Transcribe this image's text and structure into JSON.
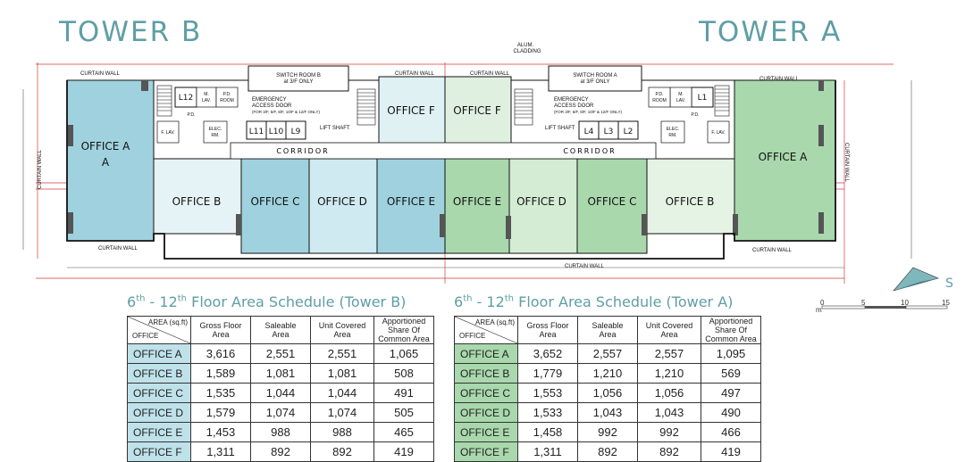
{
  "titles": {
    "tower_b": "TOWER B",
    "tower_a": "TOWER A"
  },
  "colors": {
    "tower_b_office": "#bfe2ea",
    "tower_b_office_dark": "#9fd2de",
    "tower_a_office": "#cfe8cf",
    "tower_a_office_dark": "#a9d8ad",
    "title_color": "#5f9ea6",
    "dim_red": "#d23a3a"
  },
  "plan": {
    "tower_b": {
      "offices": {
        "a": "OFFICE A",
        "b": "OFFICE B",
        "c": "OFFICE C",
        "d": "OFFICE D",
        "e": "OFFICE E",
        "f": "OFFICE F"
      },
      "switch_room": [
        "SWITCH ROOM B",
        "at 3/F ONLY"
      ],
      "lifts": [
        "L12",
        "L11",
        "L10",
        "L9"
      ]
    },
    "tower_a": {
      "offices": {
        "a": "OFFICE A",
        "b": "OFFICE B",
        "c": "OFFICE C",
        "d": "OFFICE D",
        "e": "OFFICE E",
        "f": "OFFICE F"
      },
      "switch_room": [
        "SWITCH ROOM A",
        "at 3/F ONLY"
      ],
      "lifts": [
        "L1",
        "L4",
        "L3",
        "L2"
      ],
      "alum_cladding": [
        "ALUM.",
        "CLADDING"
      ]
    },
    "corridor": "CORRIDOR",
    "curtain_wall": "CURTAIN WALL",
    "emergency": [
      "EMERGENCY",
      "ACCESS DOOR",
      "(FOR 3/F, 6/F, 8/F, 10/F & 12/F ONLY)"
    ],
    "lift_shaft": "LIFT SHAFT",
    "service_labels": [
      "M.",
      "LAV.",
      "P.D.",
      "ROOM",
      "F. LAV.",
      "ELEC.",
      "RM.",
      "P.D.",
      "M.",
      "LAV.",
      "P.D.",
      "ROOM",
      "F. LAV.",
      "ELEC.",
      "RM.",
      "P.D."
    ],
    "north": "S",
    "scale": {
      "unit": "m",
      "ticks": [
        "0",
        "5",
        "10",
        "15"
      ]
    }
  },
  "schedules": {
    "tower_b": {
      "title_prefix": "6",
      "sup1": "th",
      "title_mid": " - 12",
      "sup2": "th",
      "title_suffix": " Floor Area Schedule (Tower B)",
      "header_area": "AREA (sq.ft)",
      "header_office": "OFFICE",
      "columns": [
        [
          "Gross Floor",
          "Area"
        ],
        [
          "Saleable",
          "Area"
        ],
        [
          "Unit Covered",
          "Area"
        ],
        [
          "Apportioned",
          "Share Of",
          "Common Area"
        ]
      ],
      "rows": [
        {
          "office": "OFFICE A",
          "gross": "3,616",
          "saleable": "2,551",
          "covered": "2,551",
          "share": "1,065"
        },
        {
          "office": "OFFICE B",
          "gross": "1,589",
          "saleable": "1,081",
          "covered": "1,081",
          "share": "508"
        },
        {
          "office": "OFFICE C",
          "gross": "1,535",
          "saleable": "1,044",
          "covered": "1,044",
          "share": "491"
        },
        {
          "office": "OFFICE D",
          "gross": "1,579",
          "saleable": "1,074",
          "covered": "1,074",
          "share": "505"
        },
        {
          "office": "OFFICE E",
          "gross": "1,453",
          "saleable": "988",
          "covered": "988",
          "share": "465"
        },
        {
          "office": "OFFICE F",
          "gross": "1,311",
          "saleable": "892",
          "covered": "892",
          "share": "419"
        }
      ]
    },
    "tower_a": {
      "title_prefix": "6",
      "sup1": "th",
      "title_mid": " - 12",
      "sup2": "th",
      "title_suffix": " Floor Area Schedule (Tower A)",
      "header_area": "AREA (sq.ft)",
      "header_office": "OFFICE",
      "columns": [
        [
          "Gross Floor",
          "Area"
        ],
        [
          "Saleable",
          "Area"
        ],
        [
          "Unit Covered",
          "Area"
        ],
        [
          "Apportioned",
          "Share Of",
          "Common Area"
        ]
      ],
      "rows": [
        {
          "office": "OFFICE A",
          "gross": "3,652",
          "saleable": "2,557",
          "covered": "2,557",
          "share": "1,095"
        },
        {
          "office": "OFFICE B",
          "gross": "1,779",
          "saleable": "1,210",
          "covered": "1,210",
          "share": "569"
        },
        {
          "office": "OFFICE C",
          "gross": "1,553",
          "saleable": "1,056",
          "covered": "1,056",
          "share": "497"
        },
        {
          "office": "OFFICE D",
          "gross": "1,533",
          "saleable": "1,043",
          "covered": "1,043",
          "share": "490"
        },
        {
          "office": "OFFICE E",
          "gross": "1,458",
          "saleable": "992",
          "covered": "992",
          "share": "466"
        },
        {
          "office": "OFFICE F",
          "gross": "1,311",
          "saleable": "892",
          "covered": "892",
          "share": "419"
        }
      ]
    }
  }
}
